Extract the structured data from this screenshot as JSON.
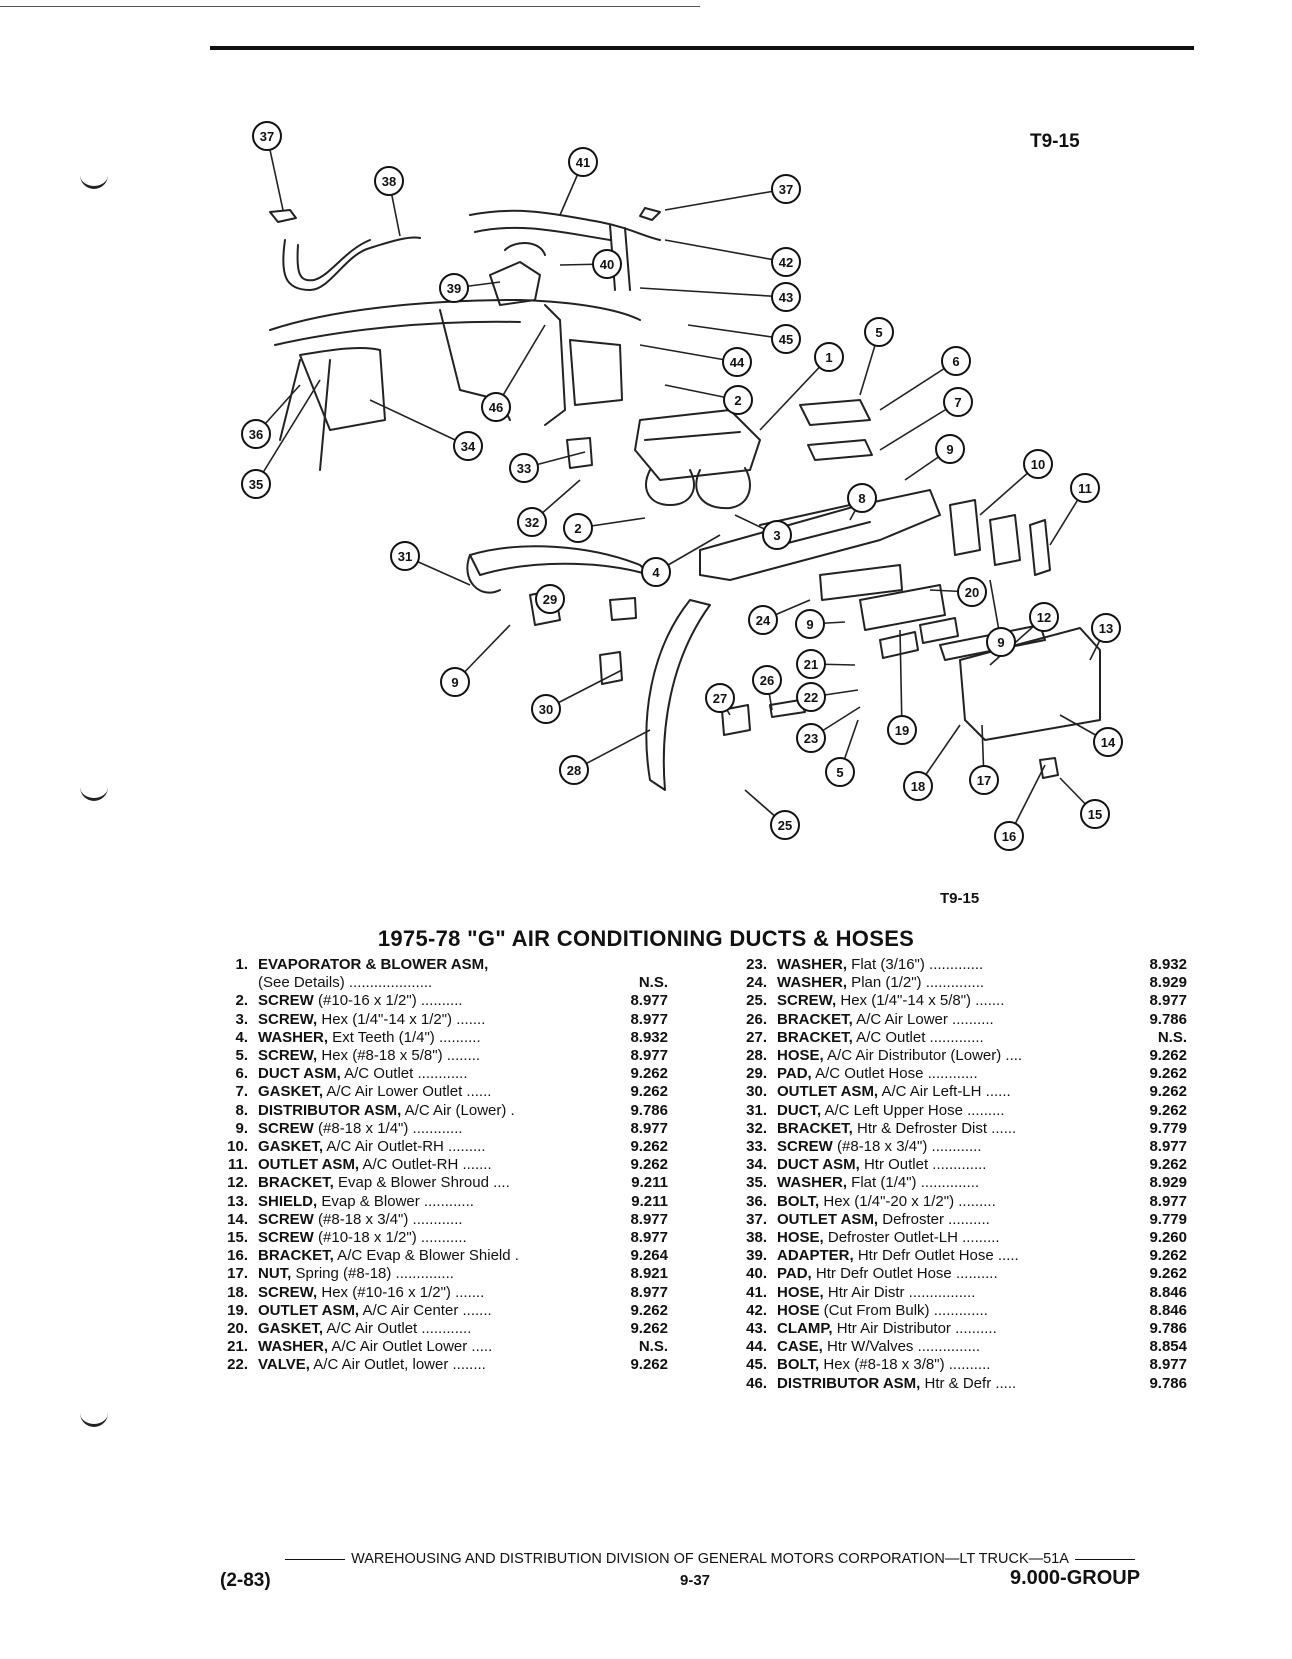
{
  "figure": {
    "code_top": "T9-15",
    "code_bottom": "T9-15",
    "callouts": [
      {
        "n": "37"
      },
      {
        "n": "38"
      },
      {
        "n": "41"
      },
      {
        "n": "37"
      },
      {
        "n": "42"
      },
      {
        "n": "40"
      },
      {
        "n": "39"
      },
      {
        "n": "43"
      },
      {
        "n": "45"
      },
      {
        "n": "5"
      },
      {
        "n": "1"
      },
      {
        "n": "6"
      },
      {
        "n": "44"
      },
      {
        "n": "2"
      },
      {
        "n": "7"
      },
      {
        "n": "46"
      },
      {
        "n": "36"
      },
      {
        "n": "34"
      },
      {
        "n": "9"
      },
      {
        "n": "33"
      },
      {
        "n": "10"
      },
      {
        "n": "11"
      },
      {
        "n": "35"
      },
      {
        "n": "8"
      },
      {
        "n": "32"
      },
      {
        "n": "2"
      },
      {
        "n": "3"
      },
      {
        "n": "4"
      },
      {
        "n": "31"
      },
      {
        "n": "20"
      },
      {
        "n": "12"
      },
      {
        "n": "29"
      },
      {
        "n": "24"
      },
      {
        "n": "9"
      },
      {
        "n": "13"
      },
      {
        "n": "9"
      },
      {
        "n": "21"
      },
      {
        "n": "26"
      },
      {
        "n": "9"
      },
      {
        "n": "27"
      },
      {
        "n": "22"
      },
      {
        "n": "30"
      },
      {
        "n": "19"
      },
      {
        "n": "14"
      },
      {
        "n": "23"
      },
      {
        "n": "28"
      },
      {
        "n": "5"
      },
      {
        "n": "18"
      },
      {
        "n": "17"
      },
      {
        "n": "15"
      },
      {
        "n": "25"
      },
      {
        "n": "16"
      }
    ]
  },
  "title": "1975-78 \"G\" AIR CONDITIONING DUCTS & HOSES",
  "parts_left": [
    {
      "num": "1.",
      "name": "EVAPORATOR & BLOWER ASM,",
      "rest": "",
      "group": ""
    },
    {
      "num": "",
      "name": "",
      "rest": "(See Details) ....................",
      "group": "N.S."
    },
    {
      "num": "2.",
      "name": "SCREW",
      "rest": " (#10-16 x 1/2\") ..........",
      "group": "8.977"
    },
    {
      "num": "3.",
      "name": "SCREW,",
      "rest": " Hex (1/4\"-14 x 1/2\") .......",
      "group": "8.977"
    },
    {
      "num": "4.",
      "name": "WASHER,",
      "rest": " Ext Teeth (1/4\") ..........",
      "group": "8.932"
    },
    {
      "num": "5.",
      "name": "SCREW,",
      "rest": " Hex (#8-18 x 5/8\") ........",
      "group": "8.977"
    },
    {
      "num": "6.",
      "name": "DUCT ASM,",
      "rest": " A/C Outlet ............",
      "group": "9.262"
    },
    {
      "num": "7.",
      "name": "GASKET,",
      "rest": " A/C Air Lower Outlet ......",
      "group": "9.262"
    },
    {
      "num": "8.",
      "name": "DISTRIBUTOR ASM,",
      "rest": " A/C Air (Lower) .",
      "group": "9.786"
    },
    {
      "num": "9.",
      "name": "SCREW",
      "rest": " (#8-18 x 1/4\") ............",
      "group": "8.977"
    },
    {
      "num": "10.",
      "name": "GASKET,",
      "rest": " A/C Air Outlet-RH .........",
      "group": "9.262"
    },
    {
      "num": "11.",
      "name": "OUTLET ASM,",
      "rest": " A/C Outlet-RH .......",
      "group": "9.262"
    },
    {
      "num": "12.",
      "name": "BRACKET,",
      "rest": " Evap & Blower Shroud ....",
      "group": "9.211"
    },
    {
      "num": "13.",
      "name": "SHIELD,",
      "rest": " Evap & Blower ............",
      "group": "9.211"
    },
    {
      "num": "14.",
      "name": "SCREW",
      "rest": " (#8-18 x 3/4\") ............",
      "group": "8.977"
    },
    {
      "num": "15.",
      "name": "SCREW",
      "rest": " (#10-18 x 1/2\") ...........",
      "group": "8.977"
    },
    {
      "num": "16.",
      "name": "BRACKET,",
      "rest": " A/C Evap & Blower Shield .",
      "group": "9.264"
    },
    {
      "num": "17.",
      "name": "NUT,",
      "rest": " Spring (#8-18) ..............",
      "group": "8.921"
    },
    {
      "num": "18.",
      "name": "SCREW,",
      "rest": " Hex (#10-16 x 1/2\") .......",
      "group": "8.977"
    },
    {
      "num": "19.",
      "name": "OUTLET ASM,",
      "rest": " A/C Air Center .......",
      "group": "9.262"
    },
    {
      "num": "20.",
      "name": "GASKET,",
      "rest": " A/C Air Outlet ............",
      "group": "9.262"
    },
    {
      "num": "21.",
      "name": "WASHER,",
      "rest": " A/C Air Outlet Lower .....",
      "group": "N.S."
    },
    {
      "num": "22.",
      "name": "VALVE,",
      "rest": " A/C Air Outlet, lower ........",
      "group": "9.262"
    }
  ],
  "parts_right": [
    {
      "num": "23.",
      "name": "WASHER,",
      "rest": " Flat (3/16\") .............",
      "group": "8.932"
    },
    {
      "num": "24.",
      "name": "WASHER,",
      "rest": " Plan (1/2\") ..............",
      "group": "8.929"
    },
    {
      "num": "25.",
      "name": "SCREW,",
      "rest": " Hex (1/4\"-14 x 5/8\") .......",
      "group": "8.977"
    },
    {
      "num": "26.",
      "name": "BRACKET,",
      "rest": " A/C Air Lower ..........",
      "group": "9.786"
    },
    {
      "num": "27.",
      "name": "BRACKET,",
      "rest": " A/C Outlet .............",
      "group": "N.S."
    },
    {
      "num": "28.",
      "name": "HOSE,",
      "rest": " A/C Air Distributor (Lower) ....",
      "group": "9.262"
    },
    {
      "num": "29.",
      "name": "PAD,",
      "rest": " A/C Outlet Hose ............",
      "group": "9.262"
    },
    {
      "num": "30.",
      "name": "OUTLET ASM,",
      "rest": " A/C Air Left-LH ......",
      "group": "9.262"
    },
    {
      "num": "31.",
      "name": "DUCT,",
      "rest": " A/C Left Upper Hose .........",
      "group": "9.262"
    },
    {
      "num": "32.",
      "name": "BRACKET,",
      "rest": " Htr & Defroster Dist ......",
      "group": "9.779"
    },
    {
      "num": "33.",
      "name": "SCREW",
      "rest": " (#8-18 x 3/4\") ............",
      "group": "8.977"
    },
    {
      "num": "34.",
      "name": "DUCT ASM,",
      "rest": " Htr Outlet .............",
      "group": "9.262"
    },
    {
      "num": "35.",
      "name": "WASHER,",
      "rest": " Flat (1/4\") ..............",
      "group": "8.929"
    },
    {
      "num": "36.",
      "name": "BOLT,",
      "rest": " Hex (1/4\"-20 x 1/2\") .........",
      "group": "8.977"
    },
    {
      "num": "37.",
      "name": "OUTLET ASM,",
      "rest": " Defroster ..........",
      "group": "9.779"
    },
    {
      "num": "38.",
      "name": "HOSE,",
      "rest": " Defroster Outlet-LH .........",
      "group": "9.260"
    },
    {
      "num": "39.",
      "name": "ADAPTER,",
      "rest": " Htr Defr Outlet Hose .....",
      "group": "9.262"
    },
    {
      "num": "40.",
      "name": "PAD,",
      "rest": " Htr Defr Outlet Hose ..........",
      "group": "9.262"
    },
    {
      "num": "41.",
      "name": "HOSE,",
      "rest": " Htr Air Distr ................",
      "group": "8.846"
    },
    {
      "num": "42.",
      "name": "HOSE",
      "rest": " (Cut From Bulk) .............",
      "group": "8.846"
    },
    {
      "num": "43.",
      "name": "CLAMP,",
      "rest": " Htr Air Distributor ..........",
      "group": "9.786"
    },
    {
      "num": "44.",
      "name": "CASE,",
      "rest": " Htr W/Valves ...............",
      "group": "8.854"
    },
    {
      "num": "45.",
      "name": "BOLT,",
      "rest": " Hex (#8-18 x 3/8\") ..........",
      "group": "8.977"
    },
    {
      "num": "46.",
      "name": "DISTRIBUTOR ASM,",
      "rest": " Htr & Defr .....",
      "group": "9.786"
    }
  ],
  "footer": {
    "line": "WAREHOUSING AND DISTRIBUTION DIVISION OF GENERAL MOTORS CORPORATION—LT TRUCK—51A",
    "left": "(2-83)",
    "center": "9-37",
    "right": "9.000-GROUP"
  }
}
